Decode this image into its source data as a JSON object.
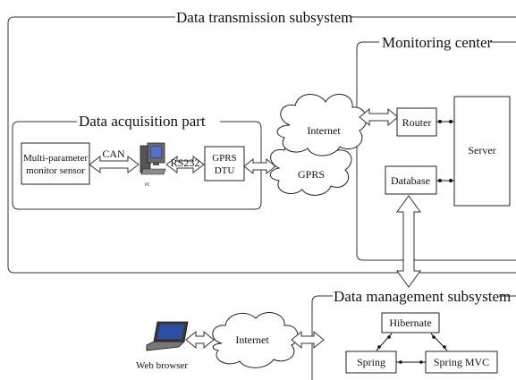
{
  "diagram": {
    "data_transmission_subsystem": "Data transmission subsystem",
    "monitoring_center": "Monitoring center",
    "data_acquisition_part": "Data acquisition part",
    "data_management_subsystem": "Data management subsystem",
    "nodes": {
      "sensor_line1": "Multi-parameter",
      "sensor_line2": "monitor sensor",
      "can": "CAN",
      "pc": "PC",
      "rs232": "RS232",
      "gprs_dtu_line1": "GPRS",
      "gprs_dtu_line2": "DTU",
      "internet_top": "Internet",
      "gprs_cloud": "GPRS",
      "router": "Router",
      "server": "Server",
      "database": "Database",
      "web_browser": "Web browser",
      "internet_bottom": "Internet",
      "hibernate": "Hibernate",
      "spring": "Spring",
      "spring_mvc": "Spring MVC"
    }
  }
}
